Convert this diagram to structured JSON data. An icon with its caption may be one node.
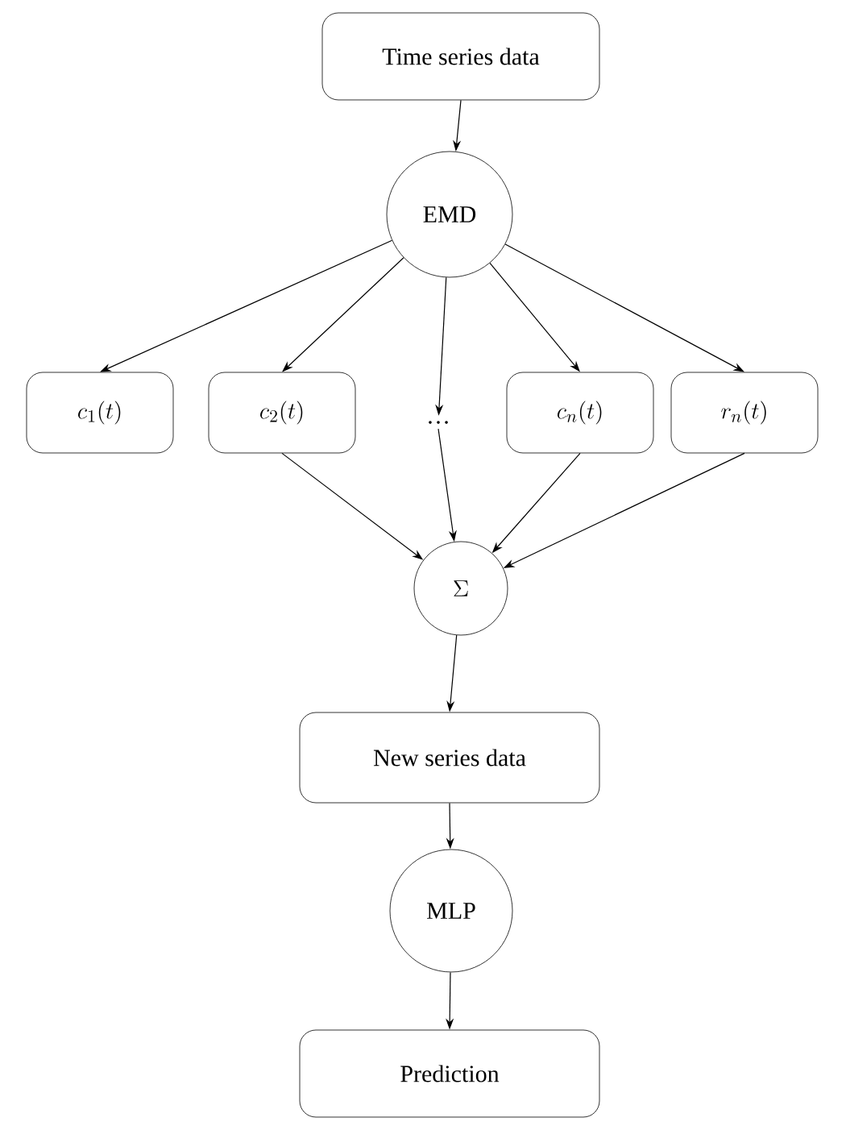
{
  "diagram": {
    "nodes": [
      {
        "text": [
          "Time series data"
        ]
      },
      {
        "text": [
          "EMD"
        ]
      },
      {
        "text": [
          "c_1(t)"
        ]
      },
      {
        "text": [
          "c_2(t)"
        ]
      },
      {
        "text": [
          "…"
        ]
      },
      {
        "text": [
          "c_n(t)"
        ]
      },
      {
        "text": [
          "r_n(t)"
        ]
      },
      {
        "text": [
          "\\Sigma"
        ]
      },
      {
        "text": [
          "New series data"
        ]
      },
      {
        "text": [
          "MLP"
        ]
      },
      {
        "text": [
          "Prediction"
        ]
      }
    ],
    "edges": [
      {
        "from": 0,
        "to": 1,
        "arrow": "to"
      },
      {
        "from": 1,
        "to": 2,
        "arrow": "to"
      },
      {
        "from": 1,
        "to": 3,
        "arrow": "to"
      },
      {
        "from": 1,
        "to": 4,
        "arrow": "to"
      },
      {
        "from": 1,
        "to": 5,
        "arrow": "to"
      },
      {
        "from": 1,
        "to": 6,
        "arrow": "to"
      },
      {
        "from": 3,
        "to": 7,
        "arrow": "to"
      },
      {
        "from": 4,
        "to": 7,
        "arrow": "to"
      },
      {
        "from": 5,
        "to": 7,
        "arrow": "to"
      },
      {
        "from": 6,
        "to": 7,
        "arrow": "to"
      },
      {
        "from": 7,
        "to": 8,
        "arrow": "to"
      },
      {
        "from": 8,
        "to": 9,
        "arrow": "to"
      },
      {
        "from": 9,
        "to": 10,
        "arrow": "to"
      }
    ]
  }
}
